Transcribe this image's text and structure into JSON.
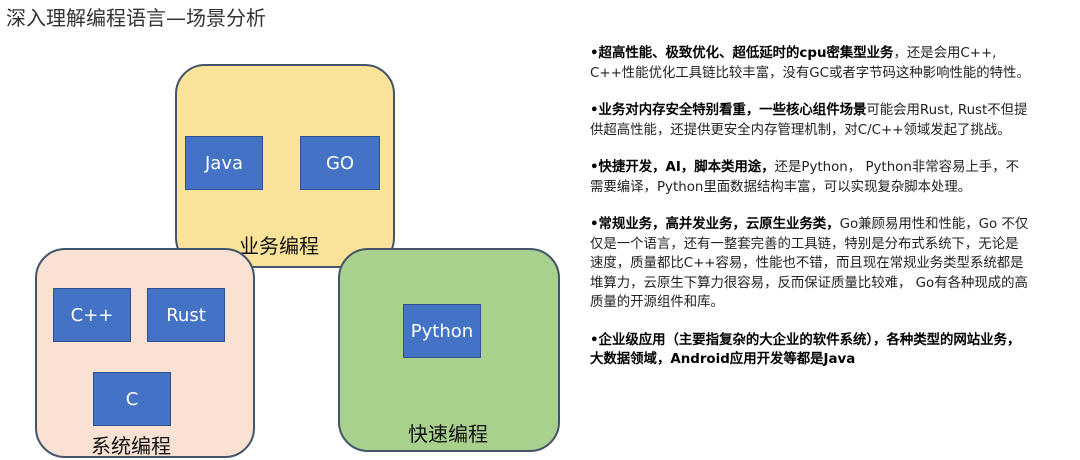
{
  "title": "深入理解编程语言—场景分析",
  "groups": {
    "business": {
      "label": "业务编程",
      "color": "#fbe49a",
      "languages": [
        "Java",
        "GO"
      ]
    },
    "system": {
      "label": "系统编程",
      "color": "#f9e2d4",
      "languages": [
        "C++",
        "Rust",
        "C"
      ]
    },
    "fast": {
      "label": "快速编程",
      "color": "#a9d18e",
      "languages": [
        "Python"
      ]
    }
  },
  "language_box_color": "#4472c4",
  "paragraphs": [
    {
      "bold": "•超高性能、极致优化、超低延时的cpu密集型业务",
      "text": "，还是会用C++, C++性能优化工具链比较丰富，没有GC或者字节码这种影响性能的特性。"
    },
    {
      "bold": "•业务对内存安全特别看重，一些核心组件场景",
      "text": "可能会用Rust, Rust不但提供超高性能，还提供更安全内存管理机制，对C/C++领域发起了挑战。"
    },
    {
      "bold": "•快捷开发，AI，脚本类用途，",
      "text": "还是Python， Python非常容易上手，不需要编译，Python里面数据结构丰富，可以实现复杂脚本处理。"
    },
    {
      "bold": "•常规业务，高并发业务，云原生业务类，",
      "text": "Go兼顾易用性和性能，Go 不仅仅是一个语言，还有一整套完善的工具链，特别是分布式系统下，无论是速度，质量都比C++容易，性能也不错，而且现在常规业务类型系统都是堆算力，云原生下算力很容易，反而保证质量比较难， Go有各种现成的高质量的开源组件和库。"
    },
    {
      "bold": "•企业级应用（主要指复杂的大企业的软件系统），各种类型的网站业务，大数据领域，Android应用开发等都是Java",
      "text": ""
    }
  ]
}
